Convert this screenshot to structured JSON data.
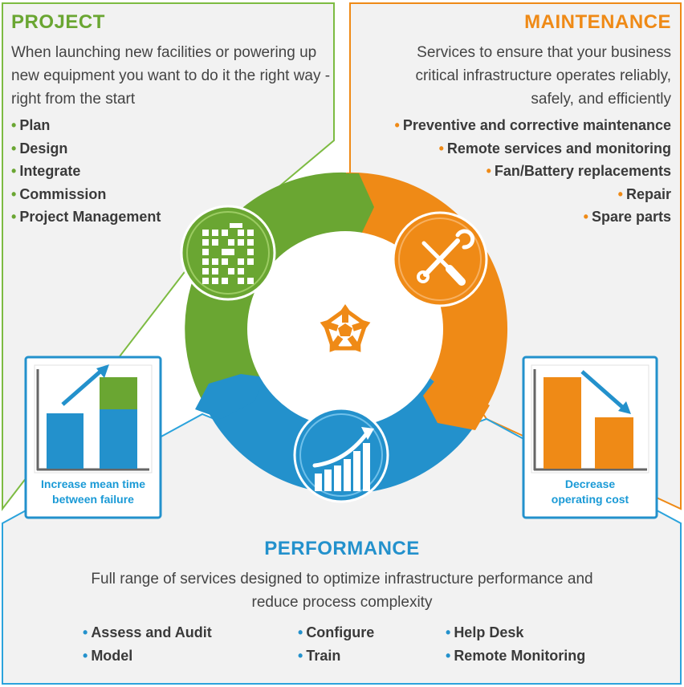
{
  "project": {
    "title": "PROJECT",
    "description": "When launching new facilities or powering up new equipment you want to do it the right way - right from the start",
    "items": [
      "Plan",
      "Design",
      "Integrate",
      "Commission",
      "Project Management"
    ]
  },
  "maintenance": {
    "title": "MAINTENANCE",
    "description": "Services to ensure that your business critical infrastructure operates reliably, safely, and efficiently",
    "items": [
      "Preventive and corrective maintenance",
      "Remote services and monitoring",
      "Fan/Battery replacements",
      "Repair",
      "Spare parts"
    ]
  },
  "performance": {
    "title": "PERFORMANCE",
    "description": "Full range of services designed to optimize infrastructure performance and reduce process complexity",
    "items": [
      "Assess and Audit",
      "Model",
      "Configure",
      "Train",
      "Help Desk",
      "Remote Monitoring"
    ]
  },
  "left_card": {
    "caption_line1": "Increase mean time",
    "caption_line2": "between failure"
  },
  "right_card": {
    "caption_line1": "Decrease",
    "caption_line2": "operating cost"
  },
  "colors": {
    "project_green": "#6aa632",
    "maintenance_orange": "#ef8a16",
    "performance_blue": "#2391cc",
    "caption_blue": "#1a9ad6",
    "panel_gray": "#f2f2f2"
  },
  "icons": {
    "project": "building-icon",
    "maintenance": "wrench-screwdriver-icon",
    "performance": "growth-chart-icon",
    "center": "pentagon-arrows-icon"
  }
}
